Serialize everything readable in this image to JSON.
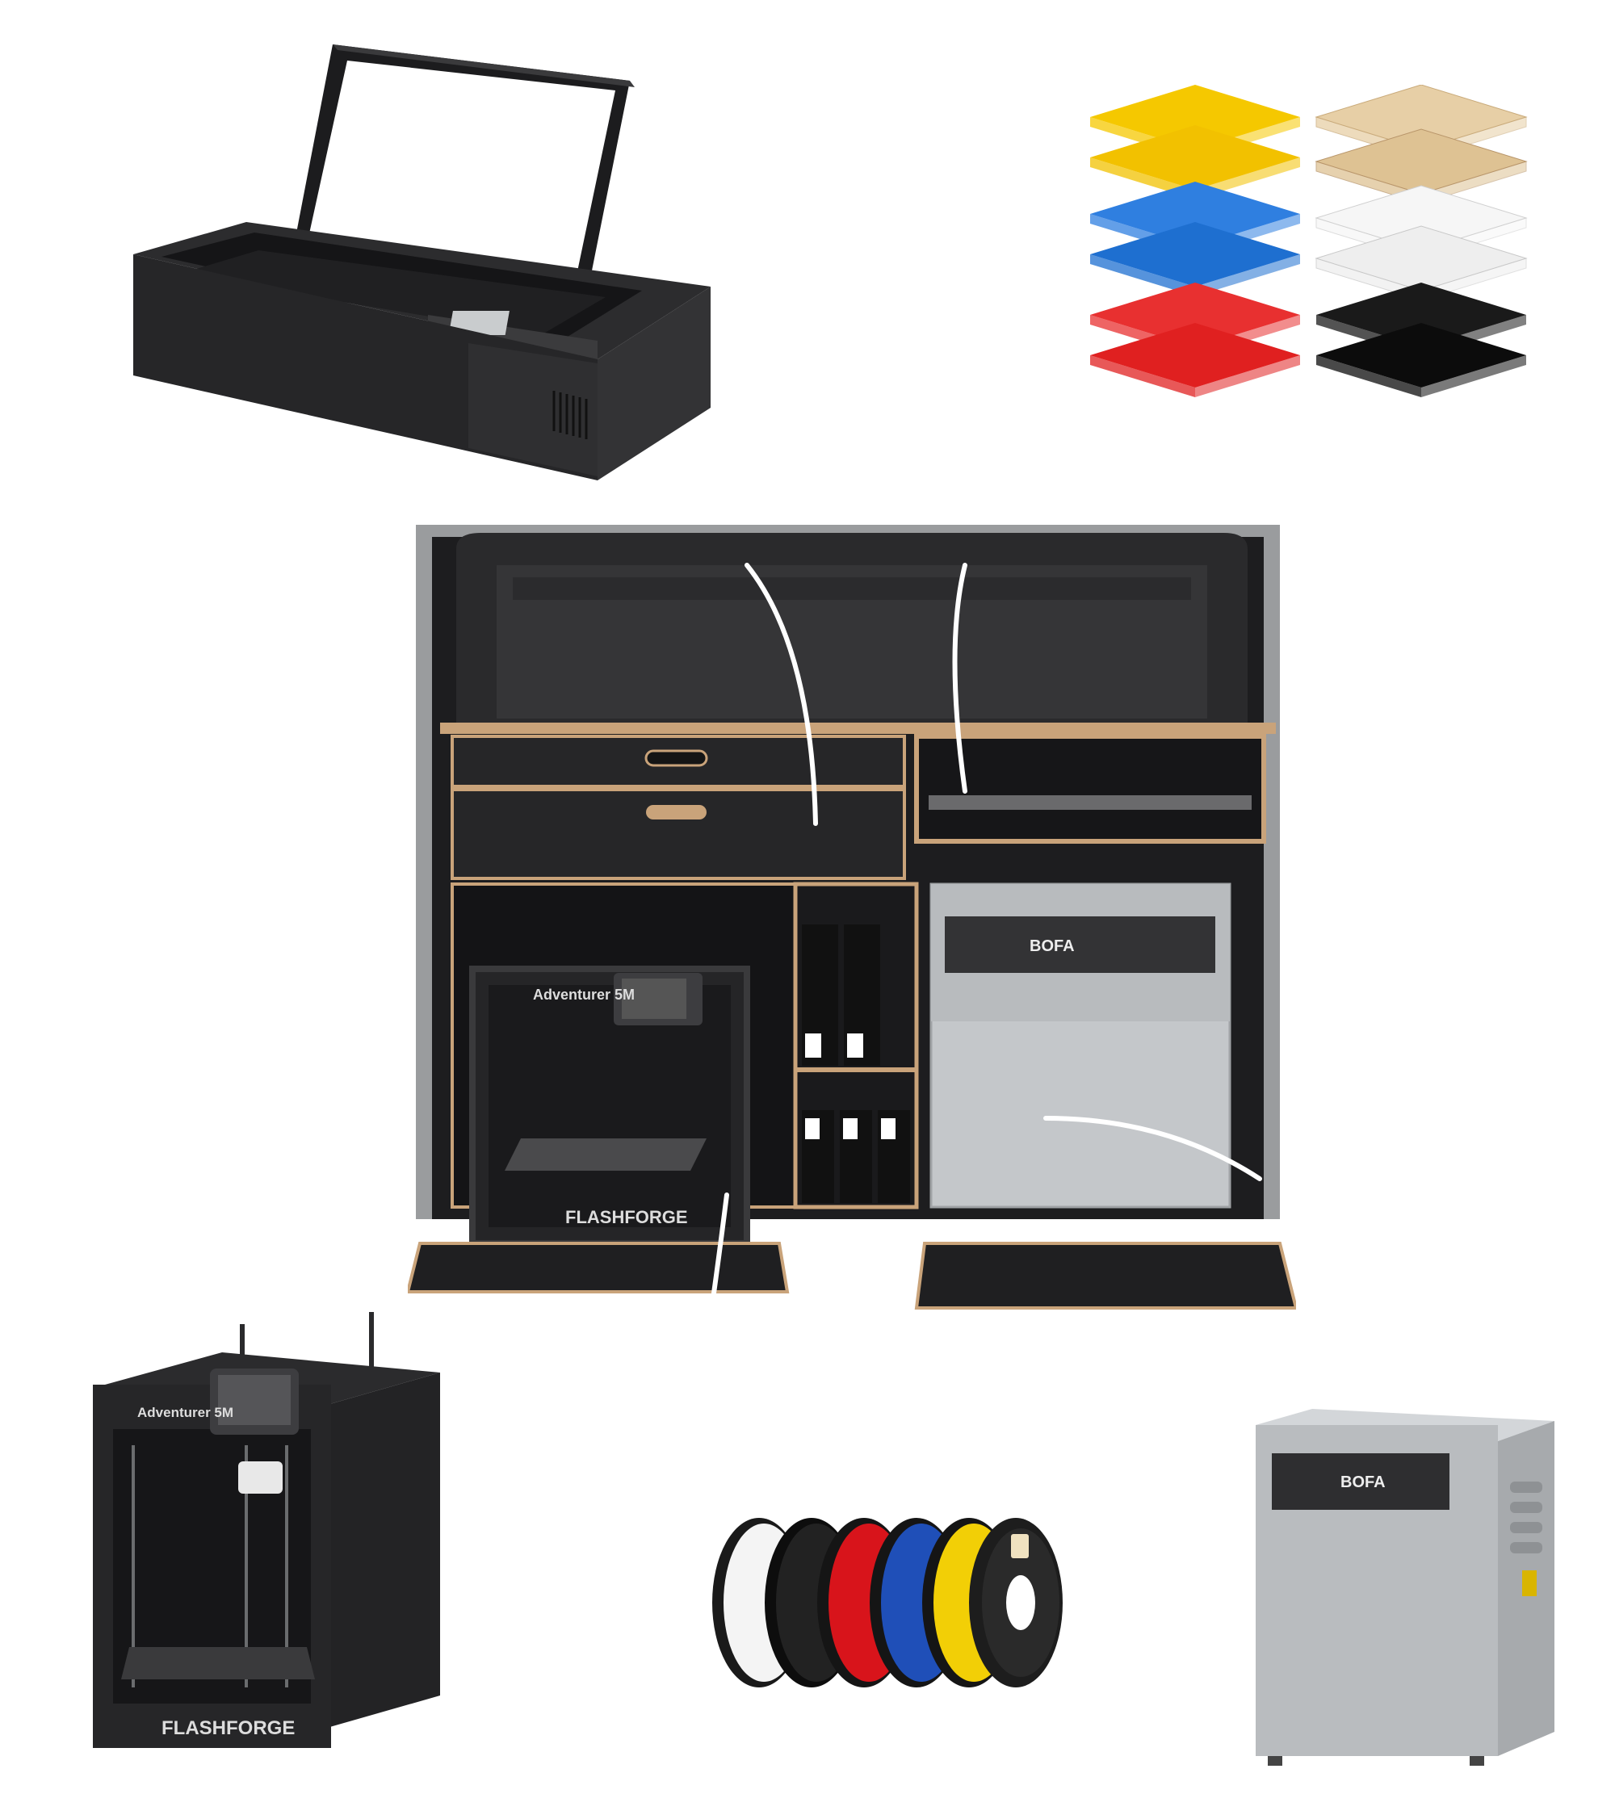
{
  "palette": {
    "background": "#ffffff",
    "device_black": "#2a2a2c",
    "device_dark": "#1c1c1e",
    "cabinet_wood_edge": "#c9a37a",
    "cabinet_panel": "#232325",
    "extractor_grey": "#b9bcbf",
    "extractor_light": "#d3d6d9",
    "callout_line": "#ffffff",
    "sheet_colors": [
      "#f5c800",
      "#1e6fd0",
      "#e02020",
      "#e7cfa6",
      "#f2f2f2",
      "#111111"
    ],
    "filament_colors": [
      "#f4f4f4",
      "#222222",
      "#d8141b",
      "#1f4fb8",
      "#f2cf06",
      "#2a2a2a"
    ]
  },
  "laser_cutter": {
    "icon": "laser-cutter-icon"
  },
  "material_sheets": {
    "icon": "material-sheets-icon"
  },
  "cabinet": {
    "icon": "mobile-workshop-cabinet-icon",
    "printer_label": "Adventurer 5M",
    "printer_logo": "FLASHFORGE",
    "extractor_logo": "BOFA"
  },
  "printer": {
    "icon": "3d-printer-icon",
    "model_label": "Adventurer 5M",
    "brand_label": "FLASHFORGE"
  },
  "filament_spools": {
    "icon": "filament-spools-icon",
    "count": 6
  },
  "fume_extractor": {
    "icon": "fume-extractor-icon",
    "brand_label": "BOFA"
  }
}
